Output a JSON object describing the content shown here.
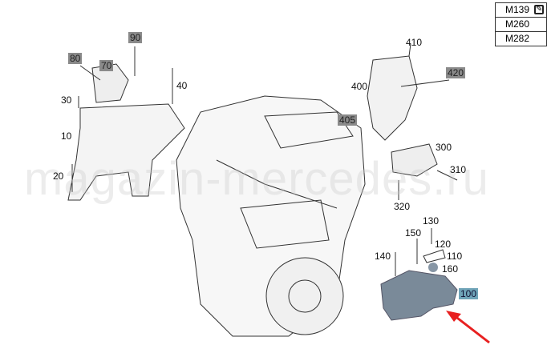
{
  "engine_variants": [
    {
      "label": "M139",
      "edit_icon": "edit-icon"
    },
    {
      "label": "M260"
    },
    {
      "label": "M282"
    }
  ],
  "watermark": "magazin-mercedes.ru",
  "callouts": {
    "c90": "90",
    "c80": "80",
    "c70": "70",
    "c40": "40",
    "c30": "30",
    "c10": "10",
    "c20": "20",
    "c410": "410",
    "c420": "420",
    "c400": "400",
    "c405": "405",
    "c300": "300",
    "c310": "310",
    "c320": "320",
    "c130": "130",
    "c150": "150",
    "c120": "120",
    "c140": "140",
    "c110": "110",
    "c160": "160",
    "c100": "100"
  },
  "colors": {
    "highlight_gray": "#8a8a8a",
    "highlight_blue": "#6fa4b8",
    "arrow": "#e82020",
    "part_selected": "#7a8a99"
  }
}
